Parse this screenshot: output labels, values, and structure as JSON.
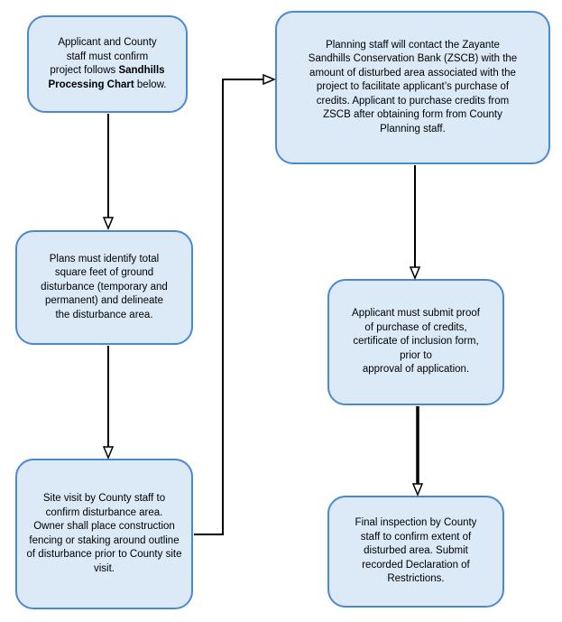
{
  "flowchart": {
    "steps": [
      {
        "id": "box1",
        "text_before": "Applicant and County\nstaff must confirm\nproject follows ",
        "text_bold": "Sandhills\nProcessing Chart",
        "text_after": " below."
      },
      {
        "id": "box2",
        "text": "Plans must identify total\nsquare feet of ground\ndisturbance (temporary and\npermanent) and delineate\nthe disturbance area."
      },
      {
        "id": "box3",
        "text": "Site visit by County staff to\nconfirm disturbance area.\nOwner shall place construction\nfencing or staking around outline\nof disturbance prior to County site\nvisit."
      },
      {
        "id": "box4",
        "text": "Planning staff will contact the Zayante\nSandhills Conservation Bank (ZSCB) with the\namount of disturbed area associated with the\nproject to facilitate applicant’s purchase of\ncredits. Applicant to purchase credits from\nZSCB after obtaining form from County\nPlanning staff."
      },
      {
        "id": "box5",
        "text": "Applicant must submit proof\nof purchase of credits,\ncertificate of inclusion form,\nprior to\napproval of application."
      },
      {
        "id": "box6",
        "text": "Final inspection by County\nstaff to confirm extent of\ndisturbed area. Submit\nrecorded Declaration of\nRestrictions."
      }
    ],
    "colors": {
      "box_fill": "#dce9f7",
      "box_border": "#4b88d4",
      "connector": "#000000",
      "arrowhead_fill": "#ffffff"
    }
  }
}
